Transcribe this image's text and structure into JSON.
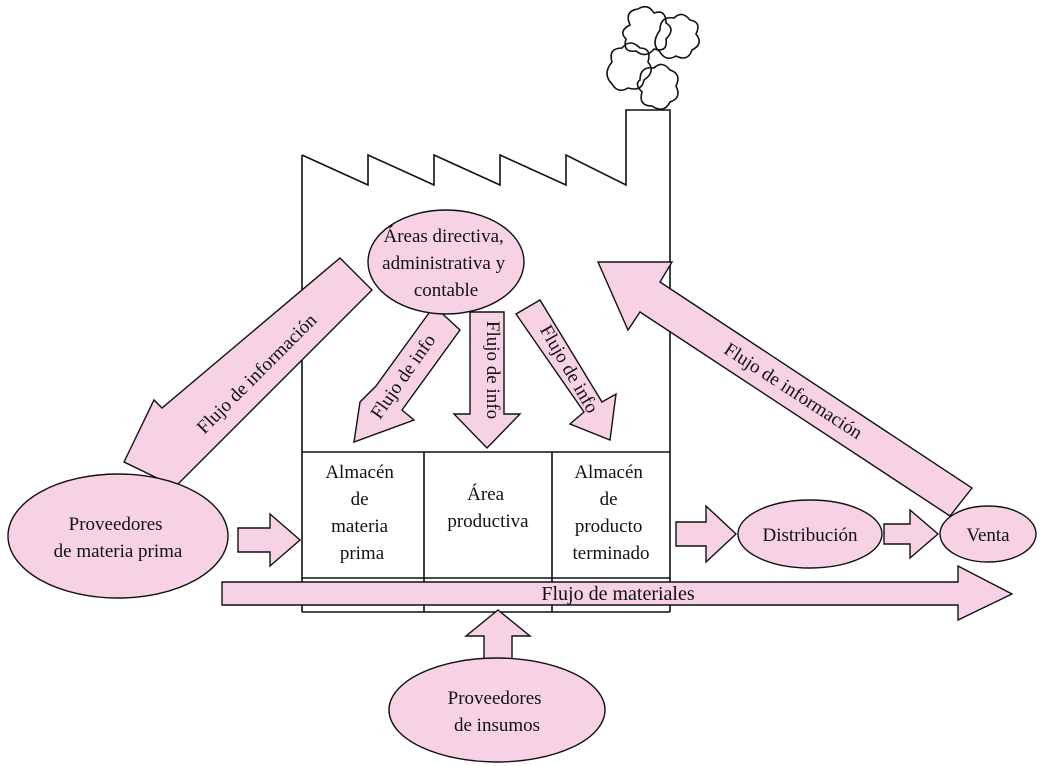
{
  "colors": {
    "fill": "#f7d2e4",
    "stroke": "#111111"
  },
  "nodes": {
    "admin_areas": [
      "Áreas directiva,",
      "administrativa y",
      "contable"
    ],
    "supplier_raw": [
      "Proveedores",
      "de materia prima"
    ],
    "supplier_inputs": [
      "Proveedores",
      "de insumos"
    ],
    "distribution": "Distribución",
    "sale": "Venta"
  },
  "cells": {
    "raw_warehouse": [
      "Almacén",
      "de",
      "materia",
      "prima"
    ],
    "production": [
      "Área",
      "productiva"
    ],
    "finished_warehouse": [
      "Almacén",
      "de",
      "producto",
      "terminado"
    ]
  },
  "arrows": {
    "info_left": "Flujo de información",
    "info_right": "Flujo de información",
    "info_small_left": "Flujo de info",
    "info_small_center": "Flujo de info",
    "info_small_right": "Flujo de info",
    "materials": "Flujo de materiales"
  },
  "icons": {
    "smoke": "smoke-clouds-icon",
    "factory": "factory-outline"
  }
}
